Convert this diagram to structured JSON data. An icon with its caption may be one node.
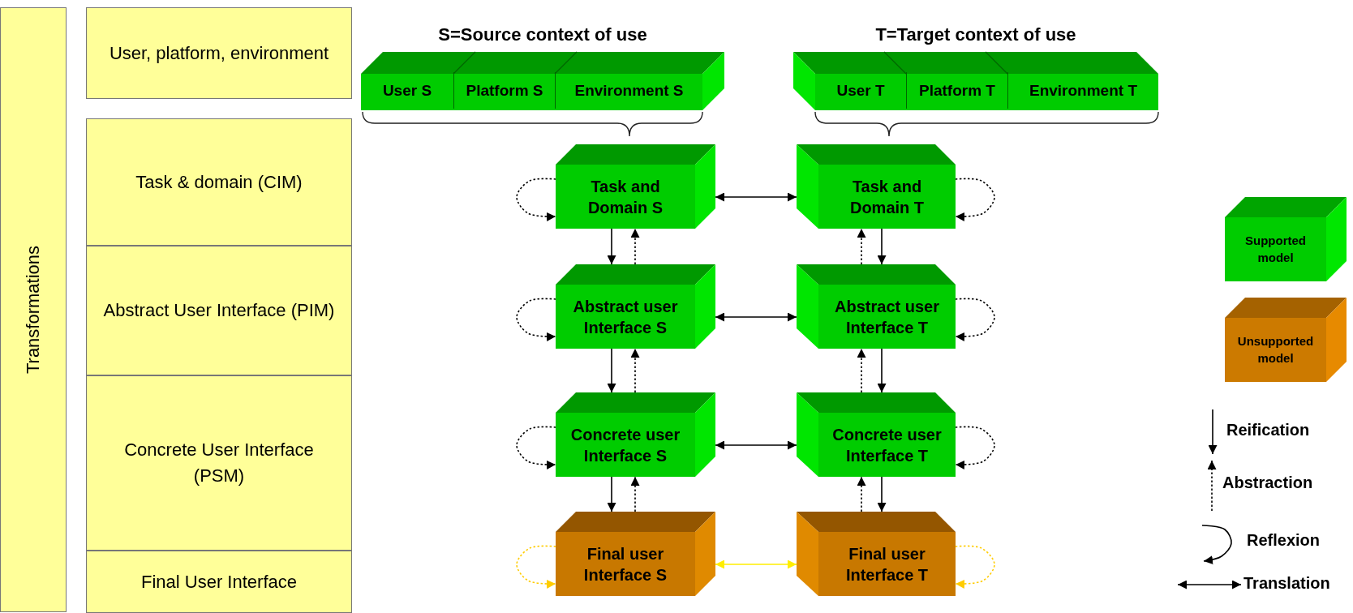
{
  "diagram": {
    "nodes": [
      {
        "text": [
          "Transformations"
        ]
      },
      {
        "text": [
          "User, platform, environment"
        ]
      },
      {
        "text": [
          "Task & domain (CIM)"
        ]
      },
      {
        "text": [
          "Abstract User Interface (PIM)"
        ]
      },
      {
        "text": [
          "Concrete User Interface (PSM)"
        ]
      },
      {
        "text": [
          "Final User Interface"
        ]
      },
      {
        "text": [
          "S=Source context of use"
        ]
      },
      {
        "text": [
          "User S"
        ],
        "in": 6
      },
      {
        "text": [
          "Platform S"
        ],
        "in": 6
      },
      {
        "text": [
          "Environment S"
        ],
        "in": 6
      },
      {
        "text": [
          "T=Target context of use"
        ]
      },
      {
        "text": [
          "User T"
        ],
        "in": 10
      },
      {
        "text": [
          "Platform T"
        ],
        "in": 10
      },
      {
        "text": [
          "Environment T"
        ],
        "in": 10
      },
      {
        "text": [
          "Task and Domain S"
        ]
      },
      {
        "text": [
          "Task and Domain T"
        ]
      },
      {
        "text": [
          "Abstract user Interface S"
        ]
      },
      {
        "text": [
          "Abstract user Interface T"
        ]
      },
      {
        "text": [
          "Concrete user Interface S"
        ]
      },
      {
        "text": [
          "Concrete user Interface T"
        ]
      },
      {
        "text": [
          "Final user Interface S"
        ]
      },
      {
        "text": [
          "Final user Interface T"
        ]
      }
    ],
    "edges": [
      {
        "from": 14,
        "to": 14,
        "arrow": "to",
        "style": "dashed"
      },
      {
        "from": 14,
        "to": 15,
        "arrow": "both"
      },
      {
        "from": 15,
        "to": 15,
        "arrow": "to",
        "style": "dashed"
      },
      {
        "from": 14,
        "to": 16,
        "arrow": "to"
      },
      {
        "from": 16,
        "to": 14,
        "arrow": "to",
        "style": "dashed"
      },
      {
        "from": 15,
        "to": 17,
        "arrow": "to"
      },
      {
        "from": 17,
        "to": 15,
        "arrow": "to",
        "style": "dashed"
      },
      {
        "from": 16,
        "to": 16,
        "arrow": "to",
        "style": "dashed"
      },
      {
        "from": 16,
        "to": 17,
        "arrow": "both"
      },
      {
        "from": 17,
        "to": 17,
        "arrow": "to",
        "style": "dashed"
      },
      {
        "from": 16,
        "to": 18,
        "arrow": "to"
      },
      {
        "from": 18,
        "to": 16,
        "arrow": "to",
        "style": "dashed"
      },
      {
        "from": 17,
        "to": 19,
        "arrow": "to"
      },
      {
        "from": 19,
        "to": 17,
        "arrow": "to",
        "style": "dashed"
      },
      {
        "from": 18,
        "to": 18,
        "arrow": "to",
        "style": "dashed"
      },
      {
        "from": 18,
        "to": 19,
        "arrow": "both"
      },
      {
        "from": 19,
        "to": 19,
        "arrow": "to",
        "style": "dashed"
      },
      {
        "from": 18,
        "to": 20,
        "arrow": "to"
      },
      {
        "from": 20,
        "to": 18,
        "arrow": "to",
        "style": "dashed"
      },
      {
        "from": 19,
        "to": 21,
        "arrow": "to"
      },
      {
        "from": 21,
        "to": 19,
        "arrow": "to",
        "style": "dashed"
      },
      {
        "from": 20,
        "to": 20,
        "arrow": "to",
        "style": "dashed",
        "color": "#ffcc00"
      },
      {
        "from": 20,
        "to": 21,
        "arrow": "both",
        "color": "#ffee00"
      },
      {
        "from": 21,
        "to": 21,
        "arrow": "to",
        "style": "dashed",
        "color": "#ffcc00"
      }
    ],
    "legend": [
      {
        "text": "Supported model",
        "color": "#00cc00"
      },
      {
        "text": "Unsupported model",
        "color": "#cc7a00"
      },
      {
        "text": "Reification"
      },
      {
        "text": "Abstraction"
      },
      {
        "text": "Reflexion"
      },
      {
        "text": "Translation"
      }
    ]
  }
}
